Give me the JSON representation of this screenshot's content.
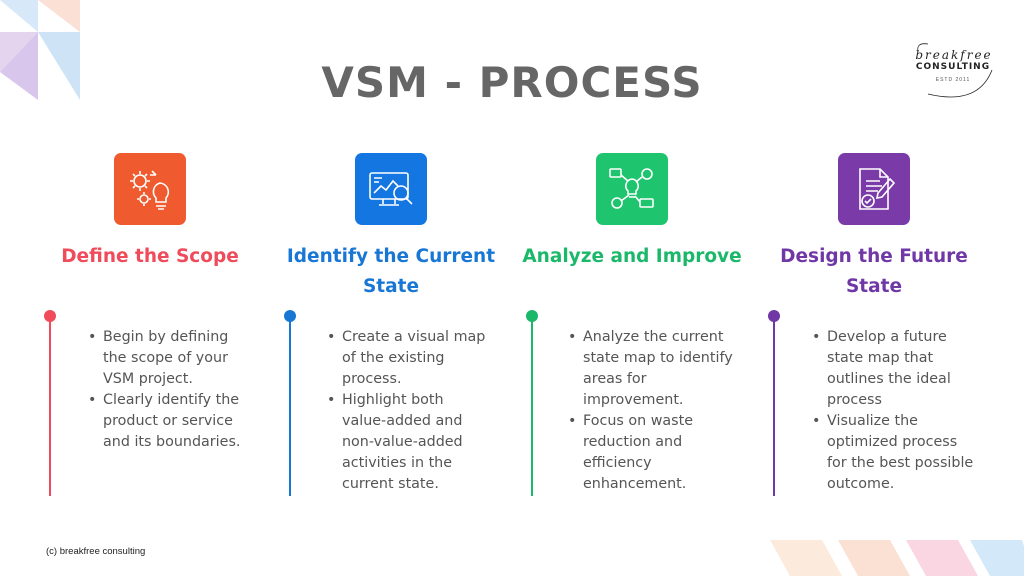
{
  "page": {
    "title": "VSM - PROCESS"
  },
  "logo": {
    "script": "breakfree",
    "main": "CONSULTING",
    "sub": "ESTD 2011"
  },
  "columns": [
    {
      "id": "scope",
      "heading": "Define the Scope",
      "color": "#ef4b5a",
      "icon_bg": "#ef5a2e",
      "icon": "gears-lightbulb-icon",
      "bullets": [
        "Begin by defining the scope of your VSM project.",
        "Clearly identify the product or service and its boundaries."
      ]
    },
    {
      "id": "current",
      "heading": "Identify the Current State",
      "color": "#1877d4",
      "icon_bg": "#1476e0",
      "icon": "monitor-analytics-icon",
      "bullets": [
        "Create a visual map of the existing process.",
        "Highlight both value-added and non-value-added activities in the current state."
      ]
    },
    {
      "id": "analyze",
      "heading": "Analyze and Improve",
      "color": "#1cb86a",
      "icon_bg": "#1ec46e",
      "icon": "idea-network-icon",
      "bullets": [
        "Analyze the current state map to identify areas for improvement.",
        "Focus on waste reduction and efficiency enhancement."
      ]
    },
    {
      "id": "future",
      "heading": "Design the Future State",
      "color": "#7037a6",
      "icon_bg": "#7a3aa8",
      "icon": "document-checklist-icon",
      "bullets": [
        "Develop a future state map that outlines the ideal process",
        "Visualize the optimized process for the best possible outcome."
      ]
    }
  ],
  "footer": {
    "text": "(c) breakfree consulting"
  }
}
